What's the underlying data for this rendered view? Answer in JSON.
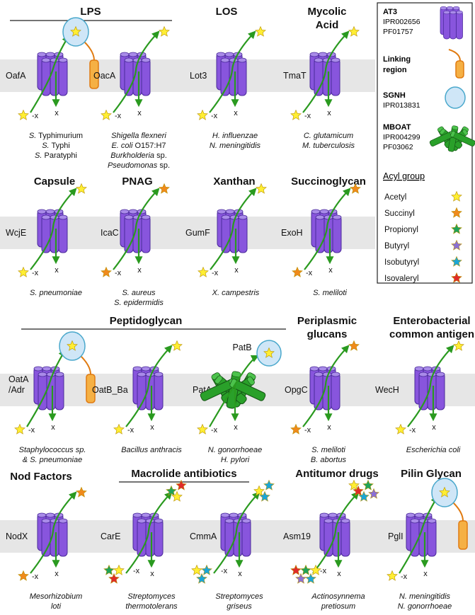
{
  "sections": {
    "lps": "LPS",
    "los": "LOS",
    "mycolic": [
      "Mycolic",
      "Acid"
    ],
    "capsule": "Capsule",
    "pnag": "PNAG",
    "xanthan": "Xanthan",
    "succinoglycan": "Succinoglycan",
    "peptidoglycan": "Peptidoglycan",
    "periplasmic": [
      "Periplasmic",
      "glucans"
    ],
    "enterobacterial": [
      "Enterobacterial",
      "common antigen"
    ],
    "nod": "Nod Factors",
    "macrolide": "Macrolide antibiotics",
    "antitumor": "Antitumor drugs",
    "pilin": "Pilin Glycan"
  },
  "symbols": {
    "acyl_site": "x"
  },
  "colors": {
    "at3": "#8855dd",
    "at3_dark": "#4a2a9a",
    "linker": "#f5b044",
    "linker_edge": "#e07a10",
    "sgnh_fill": "#cfe6f7",
    "sgnh_edge": "#4aa8cc",
    "mboat": "#2aa02a",
    "mboat_dark": "#155515",
    "arrow": "#2a9a1f",
    "membrane": "#e6e6e6"
  },
  "proteins": [
    {
      "id": "oafa",
      "label": "OafA",
      "organisms": [
        [
          "S.",
          " Typhimurium"
        ],
        [
          "S.",
          " Typhi"
        ],
        [
          "S.",
          " Paratyphi"
        ]
      ]
    },
    {
      "id": "oaca",
      "label": "OacA",
      "organisms": [
        [
          "Shigella flexneri",
          ""
        ],
        [
          "E. coli",
          " O157:H7"
        ],
        [
          "Burkholderia",
          " sp."
        ],
        [
          "Pseudomonas",
          " sp."
        ]
      ]
    },
    {
      "id": "lot3",
      "label": "Lot3",
      "organisms": [
        [
          "H. influenzae",
          ""
        ],
        [
          "N. meningitidis",
          ""
        ]
      ]
    },
    {
      "id": "tmat",
      "label": "TmaT",
      "organisms": [
        [
          "C. glutamicum",
          ""
        ],
        [
          "M. tuberculosis",
          ""
        ]
      ]
    },
    {
      "id": "wcje",
      "label": "WcjE",
      "organisms": [
        [
          "S. pneumoniae",
          ""
        ]
      ]
    },
    {
      "id": "icac",
      "label": "IcaC",
      "organisms": [
        [
          "S. aureus",
          ""
        ],
        [
          "S. epidermidis",
          ""
        ]
      ]
    },
    {
      "id": "gumf",
      "label": "GumF",
      "organisms": [
        [
          "X. campestris",
          ""
        ]
      ]
    },
    {
      "id": "exoh",
      "label": "ExoH",
      "organisms": [
        [
          "S. meliloti",
          ""
        ]
      ]
    },
    {
      "id": "oata",
      "label": "OatA\n/Adr",
      "organisms": [
        [
          "Staphylococcus sp.",
          ""
        ],
        [
          "& S. pneumoniae",
          ""
        ]
      ]
    },
    {
      "id": "oatb",
      "label": "OatB_Ba",
      "organisms": [
        [
          "Bacillus anthracis",
          ""
        ]
      ]
    },
    {
      "id": "pata",
      "label": "PatA",
      "organisms": [
        [
          "N. gonorrhoeae",
          ""
        ],
        [
          "H. pylori",
          ""
        ]
      ]
    },
    {
      "id": "opgc",
      "label": "OpgC",
      "organisms": [
        [
          "S. meliloti",
          ""
        ],
        [
          "B. abortus",
          ""
        ]
      ]
    },
    {
      "id": "wech",
      "label": "WecH",
      "organisms": [
        [
          "Escherichia coli",
          ""
        ]
      ]
    },
    {
      "id": "nodx",
      "label": "NodX",
      "organisms": [
        [
          "Mesorhizobium",
          ""
        ],
        [
          "loti",
          ""
        ]
      ]
    },
    {
      "id": "care",
      "label": "CarE",
      "organisms": [
        [
          "Streptomyces",
          ""
        ],
        [
          "thermotolerans",
          ""
        ]
      ]
    },
    {
      "id": "cmma",
      "label": "CmmA",
      "organisms": [
        [
          "Streptomyces",
          ""
        ],
        [
          "griseus",
          ""
        ]
      ]
    },
    {
      "id": "asm19",
      "label": "Asm19",
      "organisms": [
        [
          "Actinosynnema",
          ""
        ],
        [
          "pretiosum",
          ""
        ]
      ]
    },
    {
      "id": "pgli",
      "label": "PglI",
      "organisms": [
        [
          "N. meningitidis",
          ""
        ],
        [
          "N. gonorrhoeae",
          ""
        ]
      ]
    }
  ],
  "patb_label": "PatB",
  "legend": {
    "at3": {
      "title": "AT3",
      "ids": [
        "IPR002656",
        "PF01757"
      ]
    },
    "linker": {
      "title": [
        "Linking",
        "region"
      ]
    },
    "sgnh": {
      "title": "SGNH",
      "ids": [
        "IPR013831"
      ]
    },
    "mboat": {
      "title": "MBOAT",
      "ids": [
        "IPR004299",
        "PF03062"
      ]
    },
    "acyl_title": "Acyl group",
    "acyl_groups": [
      {
        "name": "Acetyl",
        "color": "#ffee33"
      },
      {
        "name": "Succinyl",
        "color": "#f08a1c"
      },
      {
        "name": "Propionyl",
        "color": "#1fa35a"
      },
      {
        "name": "Butyryl",
        "color": "#8a6fd6"
      },
      {
        "name": "Isobutyryl",
        "color": "#1aa6d8"
      },
      {
        "name": "Isovaleryl",
        "color": "#e02a2a"
      }
    ]
  }
}
